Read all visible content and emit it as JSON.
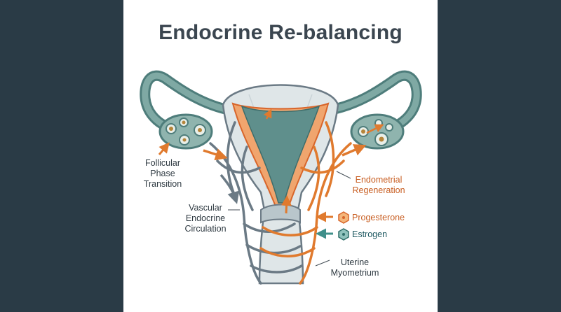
{
  "title": "Endocrine Re-balancing",
  "labels": {
    "follicular": [
      "Follicular",
      "Phase",
      "Transition"
    ],
    "vascular": [
      "Vascular",
      "Endocrine",
      "Circulation"
    ],
    "endometrial": [
      "Endometrial",
      "Regeneration"
    ],
    "uterine": [
      "Uterine",
      "Myometrium"
    ]
  },
  "legend": {
    "progesterone": "Progesterone",
    "estrogen": "Estrogen"
  },
  "colors": {
    "background": "#2a3b46",
    "card": "#ffffff",
    "uterus_fill": "#dfe6e8",
    "tube_teal": "#5f8f8c",
    "vessel_gray": "#6b7a85",
    "hormone_orange": "#e07a2e",
    "estrogen_teal": "#3f8f8a"
  },
  "icons": {
    "progesterone": "hexagon-molecule-icon",
    "estrogen": "hexagon-molecule-icon",
    "arrows": "arrow-icon"
  }
}
